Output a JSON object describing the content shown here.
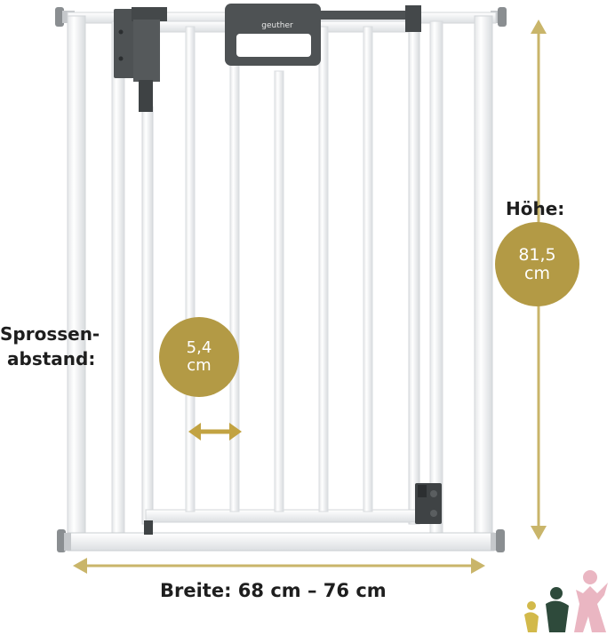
{
  "photo": {
    "subject": "baby safety gate",
    "brand_on_handle": "geuther"
  },
  "labels": {
    "height_label": "Höhe:",
    "height_value_line1": "81,5",
    "height_value_line2": "cm",
    "spacing_label_line1": "Sprossen-",
    "spacing_label_line2": "abstand:",
    "spacing_value_line1": "5,4",
    "spacing_value_line2": "cm",
    "width_label": "Breite: 68 cm – 76 cm"
  },
  "colors": {
    "badge": "#b39a45",
    "arrow": "#c9b56a",
    "gate_frame": "#ffffff",
    "gate_outline": "#d3d6d9",
    "hardware": "#4e5254",
    "logo_yellow": "#d2b94a",
    "logo_green": "#2e4a3b",
    "logo_pink": "#eab6c2"
  },
  "icons": {
    "height_arrow": "double-arrow-vertical-icon",
    "width_arrow": "double-arrow-horizontal-icon",
    "spacing_arrow": "double-arrow-horizontal-icon",
    "brand_logo": "family-figures-logo-icon"
  }
}
